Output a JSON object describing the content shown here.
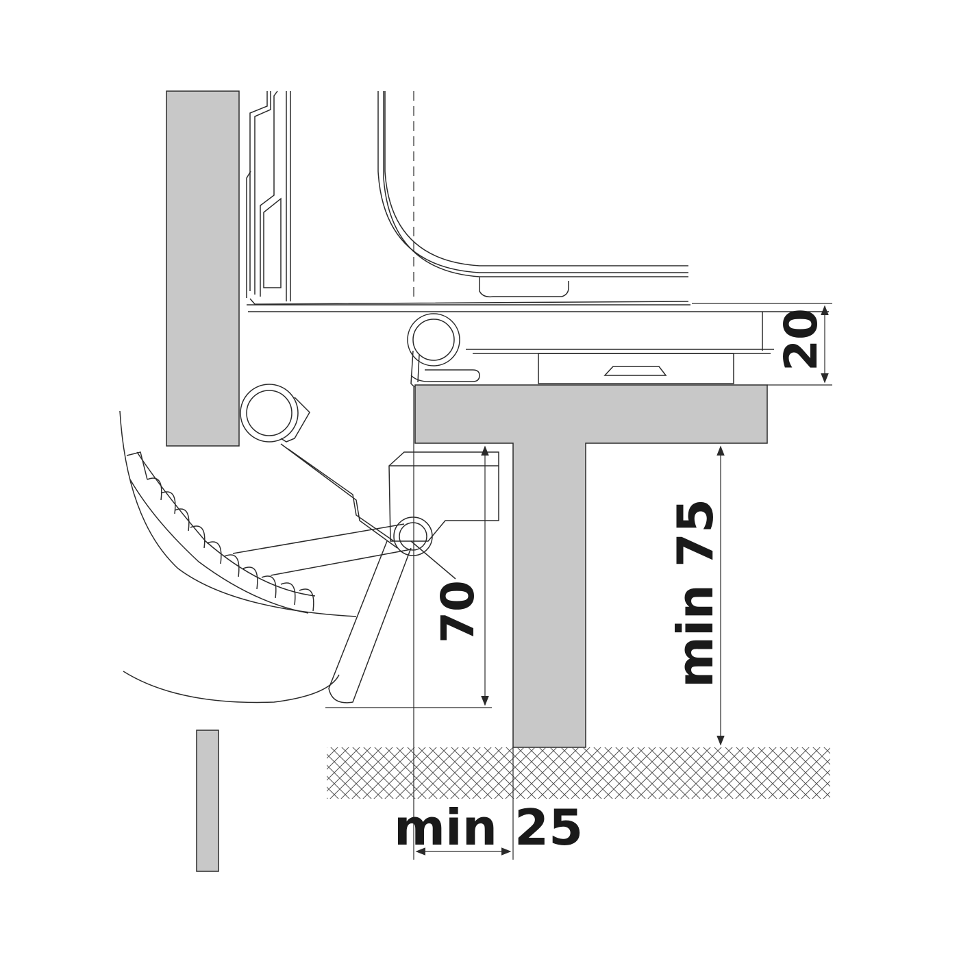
{
  "colors": {
    "wall_fill": "#c8c8c8",
    "line": "#2a2a2a",
    "text": "#1a1a1a",
    "background": "#ffffff"
  },
  "dimensions": {
    "gap_label": "20",
    "lever_label": "70",
    "height_label": "min 75",
    "setback_label": "min 25"
  }
}
